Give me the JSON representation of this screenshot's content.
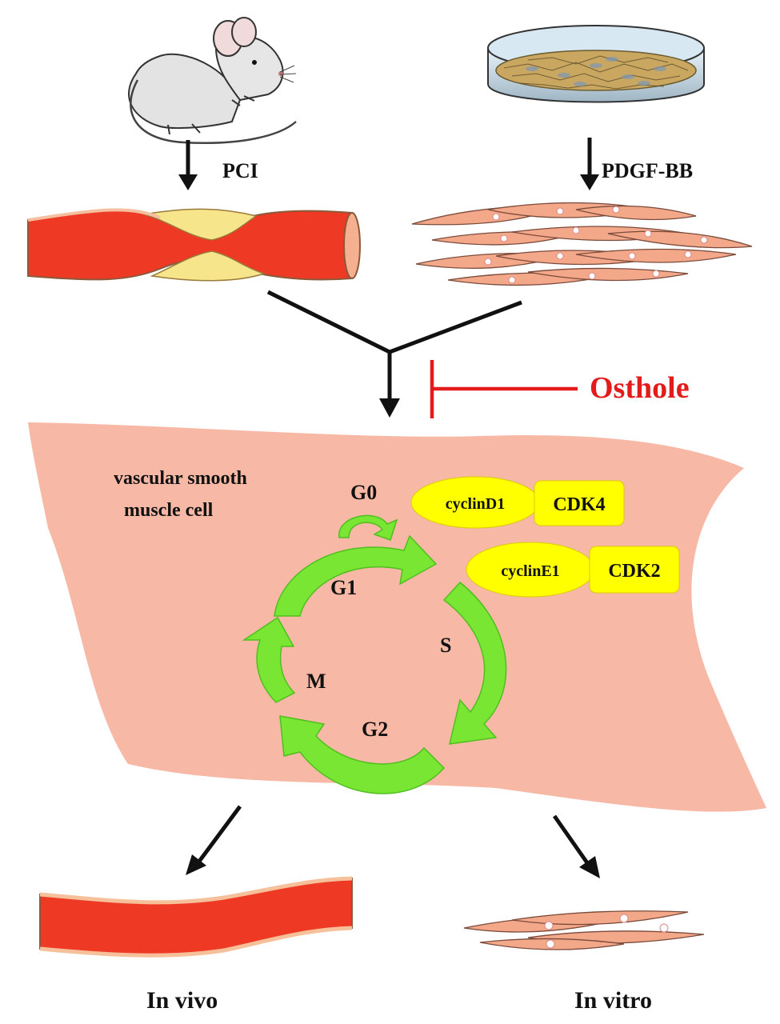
{
  "labels": {
    "treatment_in_vivo": "PCI",
    "treatment_in_vitro": "PDGF-BB",
    "inhibitor": "Osthole",
    "cell_line1": "vascular smooth",
    "cell_line2": "muscle cell",
    "outcome_in_vivo": "In vivo",
    "outcome_in_vitro": "In vitro"
  },
  "cell_cycle": {
    "phases": [
      "G0",
      "G1",
      "S",
      "G2",
      "M"
    ],
    "complexes": [
      {
        "cyclin": "cyclinD1",
        "cdk": "CDK4"
      },
      {
        "cyclin": "cyclinE1",
        "cdk": "CDK2"
      }
    ]
  },
  "colors": {
    "inhibitor": "#e31b1b",
    "cell_body": "#f7b9a6",
    "cycle_arrow": "#78e632",
    "cycle_arrow_edge": "#4fbf1e",
    "complex_fill": "#ffff00",
    "vessel_red": "#ee3a24",
    "plaque": "#f6e58a",
    "smc": "#f4a88a"
  },
  "icons": [
    "mouse-icon",
    "petri-dish-icon"
  ]
}
